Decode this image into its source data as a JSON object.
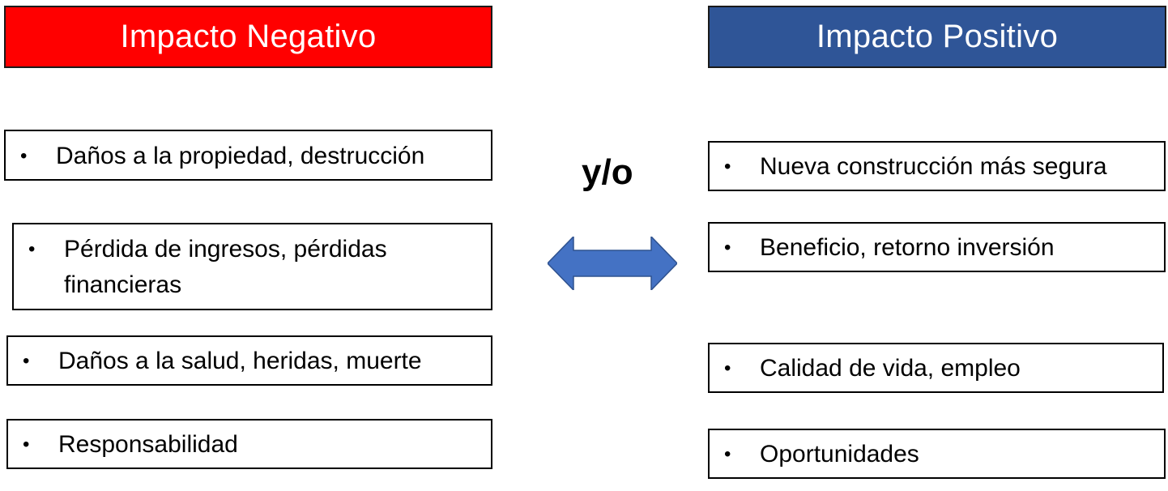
{
  "negative": {
    "title": "Impacto Negativo",
    "color": "#ff0000",
    "items": [
      {
        "bullet": "•",
        "lines": [
          "Daños a la propiedad, destrucción"
        ]
      },
      {
        "bullet": "•",
        "lines": [
          "Pérdida de ingresos, pérdidas",
          "financieras"
        ]
      },
      {
        "bullet": "•",
        "lines": [
          "Daños a la salud, heridas, muerte"
        ]
      },
      {
        "bullet": "•",
        "lines": [
          "Responsabilidad"
        ]
      }
    ]
  },
  "positive": {
    "title": "Impacto Positivo",
    "color": "#2f5597",
    "items": [
      {
        "bullet": "•",
        "lines": [
          "Nueva construcción más segura"
        ]
      },
      {
        "bullet": "•",
        "lines": [
          "Beneficio, retorno inversión"
        ]
      },
      {
        "bullet": "•",
        "lines": [
          "Calidad de vida, empleo"
        ]
      },
      {
        "bullet": "•",
        "lines": [
          "Oportunidades"
        ]
      }
    ]
  },
  "connector": {
    "label": "y/o",
    "arrow_color": "#4472c4",
    "arrow_icon": "double-arrow-icon"
  }
}
